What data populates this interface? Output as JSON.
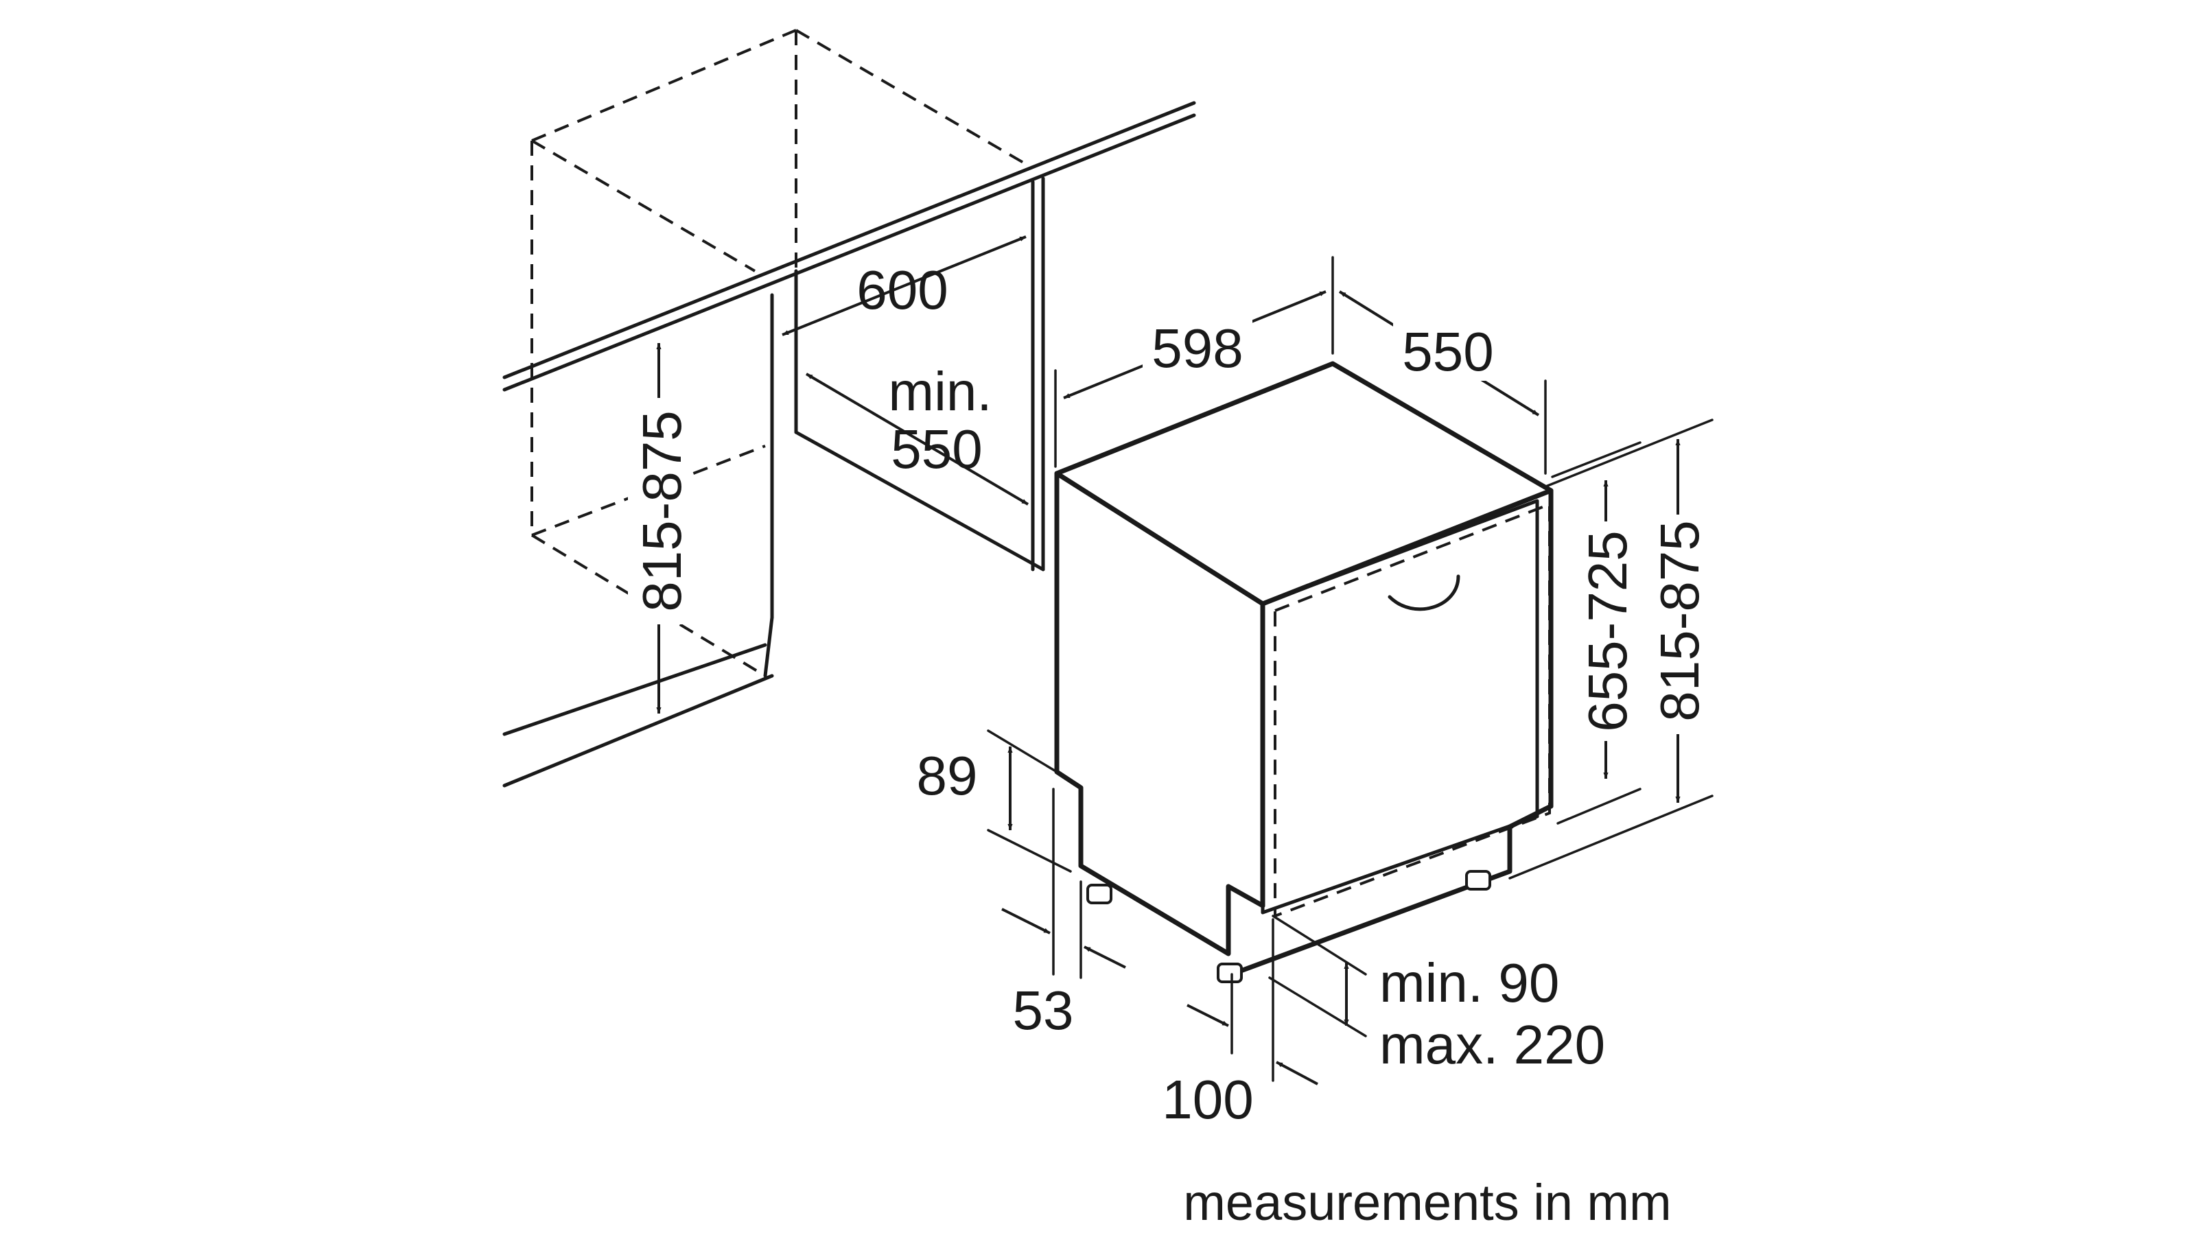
{
  "labels": {
    "niche_width": "600",
    "niche_depth_line1": "min.",
    "niche_depth_line2": "550",
    "niche_height": "815-875",
    "appliance_width": "598",
    "appliance_depth": "550",
    "door_height": "655-725",
    "appliance_height": "815-875",
    "plinth_height": "89",
    "plinth_recess": "53",
    "plinth_gap_line1": "min. 90",
    "plinth_gap_line2": "max. 220",
    "door_overhang": "100"
  },
  "caption": "measurements in mm"
}
